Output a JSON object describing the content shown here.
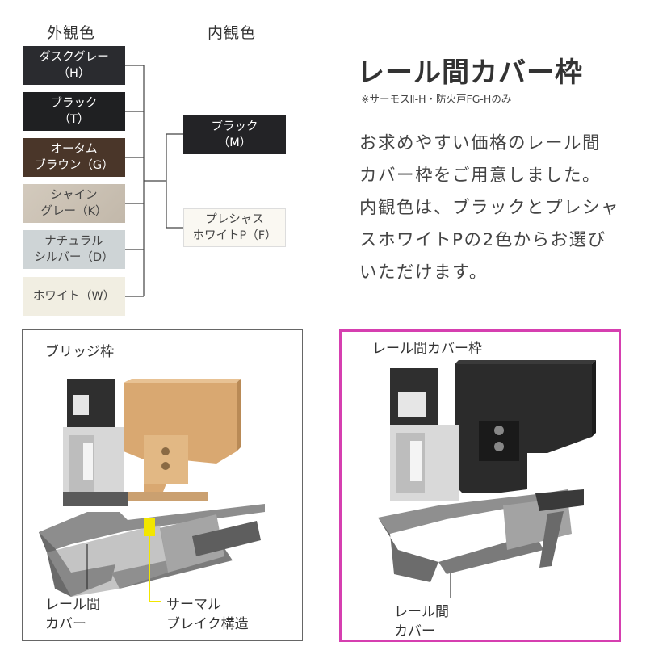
{
  "headers": {
    "exterior": "外観色",
    "interior": "内観色"
  },
  "exterior_colors": [
    {
      "line1": "ダスクグレー",
      "line2": "（H）",
      "color": "#2a2b2f"
    },
    {
      "line1": "ブラック",
      "line2": "（T）",
      "color": "#1f2022"
    },
    {
      "line1": "オータム",
      "line2": "ブラウン（G）",
      "color": "#4a3629"
    },
    {
      "line1": "シャイン",
      "line2": "グレー（K）",
      "color": "#c9bfb2"
    },
    {
      "line1": "ナチュラル",
      "line2": "シルバー（D）",
      "color": "#ced4d6"
    },
    {
      "line1": "ホワイト（W）",
      "line2": "",
      "color": "#f1eee2"
    }
  ],
  "interior_colors": [
    {
      "line1": "ブラック",
      "line2": "（M）",
      "color": "#232326"
    },
    {
      "line1": "プレシャス",
      "line2": "ホワイトP（F）",
      "color": "#faf8f2"
    }
  ],
  "title": "レール間カバー枠",
  "note": "※サーモスⅡ-H・防火戸FG-Hのみ",
  "description_lines": [
    "お求めやすい価格のレール間",
    "カバー枠をご用意しました。",
    "内観色は、ブラックとプレシャ",
    "スホワイトPの2色からお選び",
    "いただけます。"
  ],
  "panels": {
    "left": {
      "title": "ブリッジ枠",
      "caption1": [
        "レール間",
        "カバー"
      ],
      "caption2": [
        "サーマル",
        "ブレイク構造"
      ]
    },
    "right": {
      "title": "レール間カバー枠",
      "caption1": [
        "レール間",
        "カバー"
      ]
    }
  },
  "accent_color": "#d63fb0",
  "thermal_break_color": "#f2e600"
}
